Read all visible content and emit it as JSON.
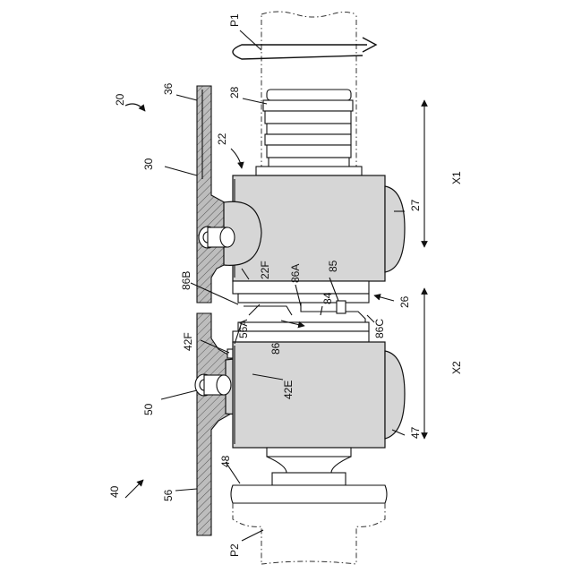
{
  "labels": {
    "p1": "P1",
    "n28": "28",
    "n36": "36",
    "n20": "20",
    "n22": "22",
    "n30": "30",
    "n27": "27",
    "x1": "X1",
    "n22f": "22F",
    "n86a": "86A",
    "n85": "85",
    "n86b": "86B",
    "n84": "84",
    "n26": "26",
    "n56a": "56A",
    "n86c": "86C",
    "n42f": "42F",
    "n86": "86",
    "x2": "X2",
    "n42e": "42E",
    "n50": "50",
    "n47": "47",
    "n48": "48",
    "n40": "40",
    "n56": "56",
    "p2": "P2"
  }
}
